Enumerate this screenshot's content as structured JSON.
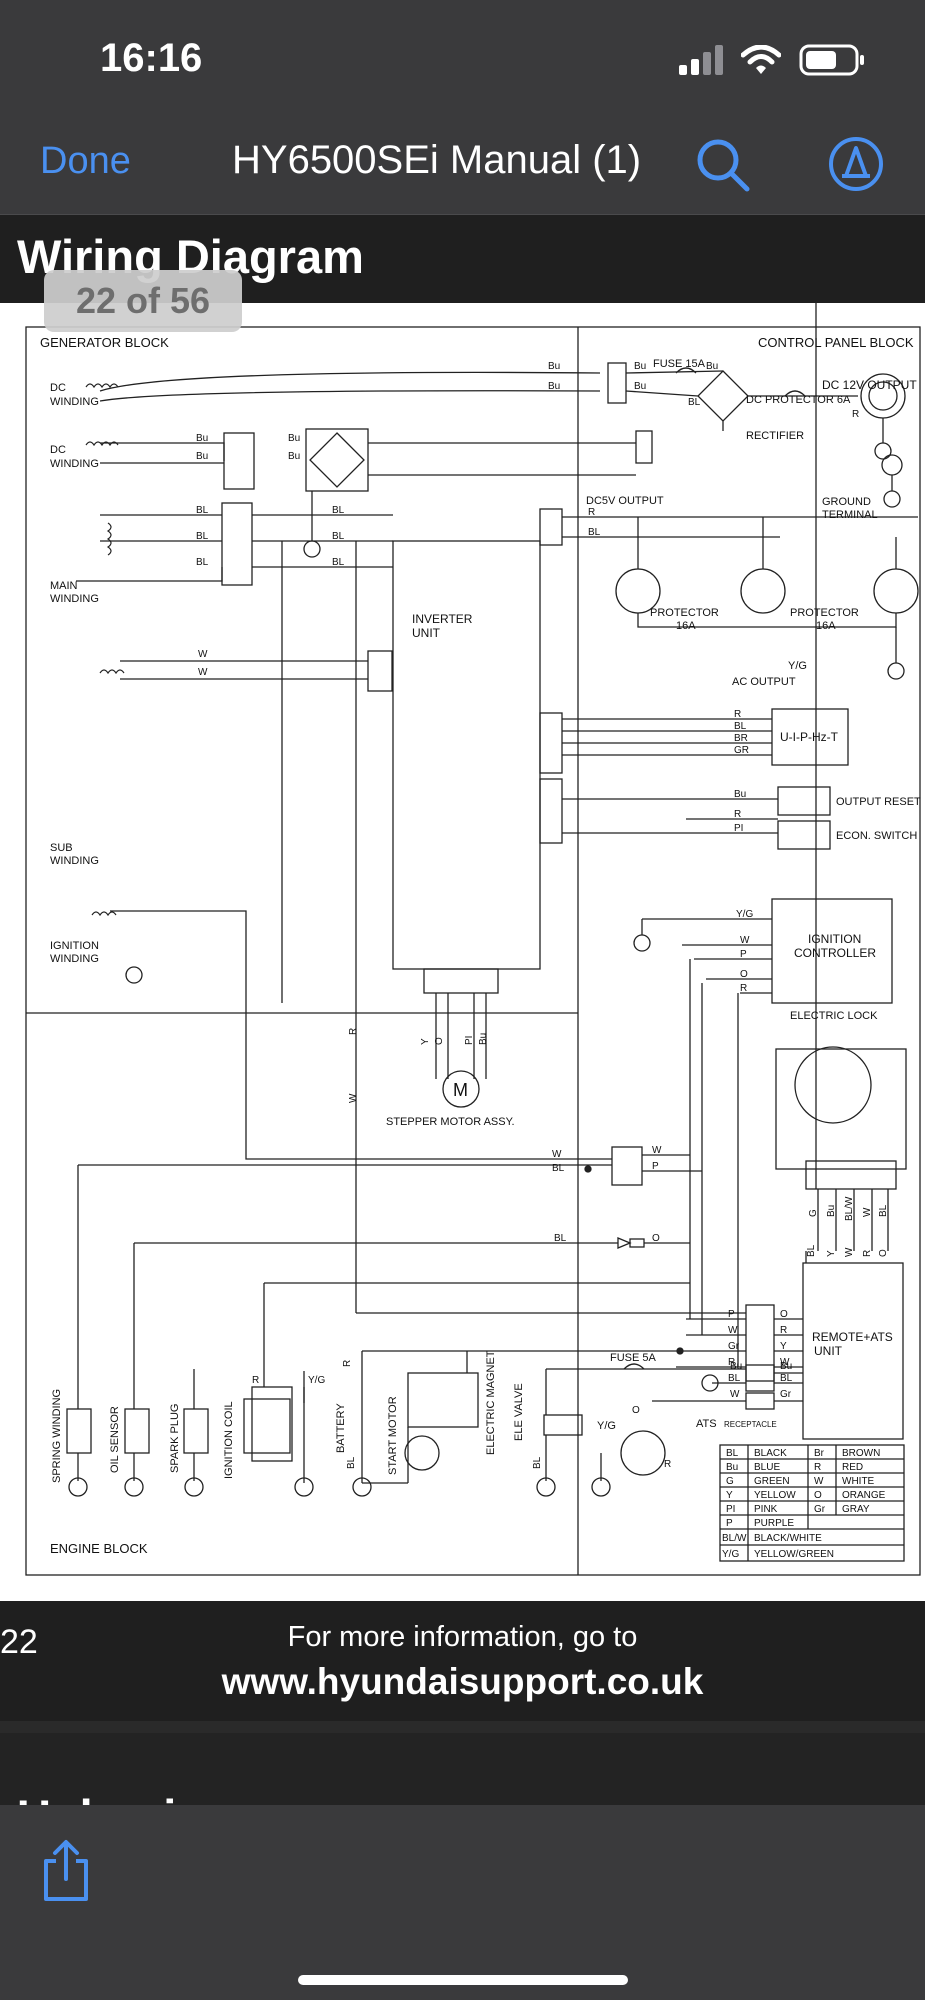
{
  "status": {
    "time": "16:16"
  },
  "nav": {
    "done_label": "Done",
    "title": "HY6500SEi Manual (1)"
  },
  "page": {
    "section_title": "Wiring Diagram",
    "counter": "22 of 56",
    "page_number": "22",
    "next_section_title": "Unboxing"
  },
  "footer": {
    "line1": "For more information, go to",
    "line2": "www.hyundaisupport.co.uk"
  },
  "diagram": {
    "blocks": {
      "generator": "GENERATOR BLOCK",
      "control_panel": "CONTROL PANEL BLOCK",
      "engine": "ENGINE BLOCK"
    },
    "windings": {
      "dc1": [
        "DC",
        "WINDING"
      ],
      "dc2": [
        "DC",
        "WINDING"
      ],
      "main": [
        "MAIN",
        "WINDING"
      ],
      "sub": [
        "SUB",
        "WINDING"
      ],
      "ignition": [
        "IGNITION",
        "WINDING"
      ]
    },
    "inverter": [
      "INVERTER",
      "UNIT"
    ],
    "fuse15": "FUSE 15A",
    "dc12": "DC 12V OUTPUT",
    "dcprot": "DC PROTECTOR 6A",
    "rectifier": "RECTIFIER",
    "dc5v": "DC5V OUTPUT",
    "ground_terminal": [
      "GROUND",
      "TERMINAL"
    ],
    "protector1": [
      "PROTECTOR",
      "16A"
    ],
    "protector2": [
      "PROTECTOR",
      "16A"
    ],
    "yg": "Y/G",
    "ac_output": "AC  OUTPUT",
    "uiphzt": "U-I-P-Hz-T",
    "output_reset": "OUTPUT RESET",
    "econ_switch": "ECON. SWITCH",
    "ign_ctrl": [
      "IGNITION",
      "CONTROLLER"
    ],
    "electric_lock": "ELECTRIC LOCK",
    "stepper": "STEPPER MOTOR ASSY.",
    "remote_ats": [
      "REMOTE+ATS",
      "UNIT"
    ],
    "fuse5": "FUSE 5A",
    "ats_receptacle": "ATS",
    "ats_small": "RECEPTACLE",
    "components": [
      "SPRING WINDING",
      "OIL SENSOR",
      "SPARK PLUG",
      "IGNITION COIL",
      "BATTERY",
      "START MOTOR",
      "ELECTRIC MAGNET",
      "ELE VALVE"
    ],
    "legend": [
      [
        "BL",
        "BLACK",
        "Br",
        "BROWN"
      ],
      [
        "Bu",
        "BLUE",
        "R",
        "RED"
      ],
      [
        "G",
        "GREEN",
        "W",
        "WHITE"
      ],
      [
        "Y",
        "YELLOW",
        "O",
        "ORANGE"
      ],
      [
        "PI",
        "PINK",
        "Gr",
        "GRAY"
      ],
      [
        "P",
        "PURPLE",
        "",
        ""
      ],
      [
        "BL/W",
        "BLACK/WHITE",
        "",
        ""
      ],
      [
        "Y/G",
        "YELLOW/GREEN",
        "",
        ""
      ]
    ],
    "wire_labels": {
      "bu": "Bu",
      "bl": "BL",
      "w": "W",
      "r": "R",
      "br": "BR",
      "gr": "GR",
      "pi": "PI",
      "p": "P",
      "o": "O",
      "y": "Y",
      "g": "G",
      "grl": "Gr",
      "blw": "BL/W",
      "m": "M"
    }
  }
}
